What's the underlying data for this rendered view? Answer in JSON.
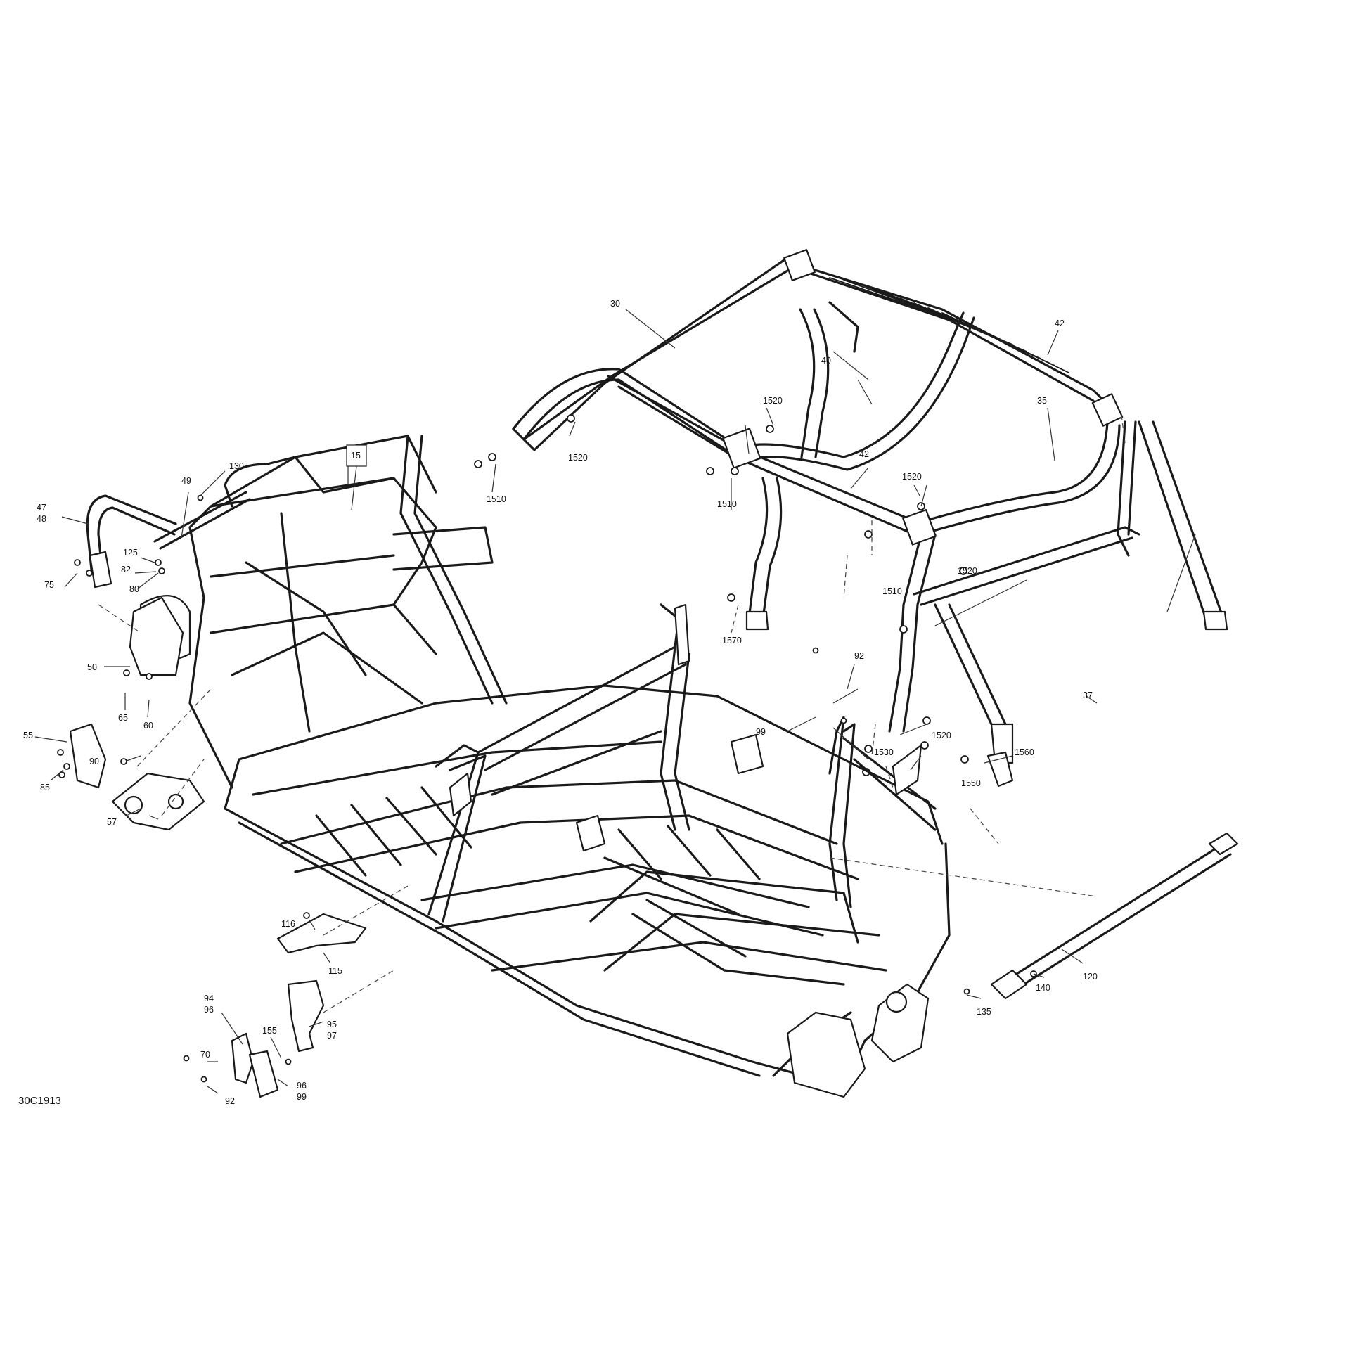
{
  "reference_code": "30C1913",
  "callouts": {
    "c15": "15",
    "c30": "30",
    "c35": "35",
    "c37": "37",
    "c40": "40",
    "c42a": "42",
    "c42b": "42",
    "c47": "47",
    "c48": "48",
    "c49": "49",
    "c50": "50",
    "c55": "55",
    "c57": "57",
    "c60": "60",
    "c65": "65",
    "c70": "70",
    "c75": "75",
    "c80": "80",
    "c82": "82",
    "c85": "85",
    "c90": "90",
    "c92a": "92",
    "c92b": "92",
    "c94": "94",
    "c95": "95",
    "c96a": "96",
    "c96b": "96",
    "c97": "97",
    "c99a": "99",
    "c99b": "99",
    "c115": "115",
    "c116": "116",
    "c120": "120",
    "c125": "125",
    "c130": "130",
    "c135": "135",
    "c140": "140",
    "c155": "155",
    "c1510a": "1510",
    "c1510b": "1510",
    "c1510c": "1510",
    "c1520a": "1520",
    "c1520b": "1520",
    "c1520c": "1520",
    "c1520d": "1520",
    "c1520e": "1520",
    "c1530": "1530",
    "c1550": "1550",
    "c1560": "1560",
    "c1570": "1570"
  }
}
